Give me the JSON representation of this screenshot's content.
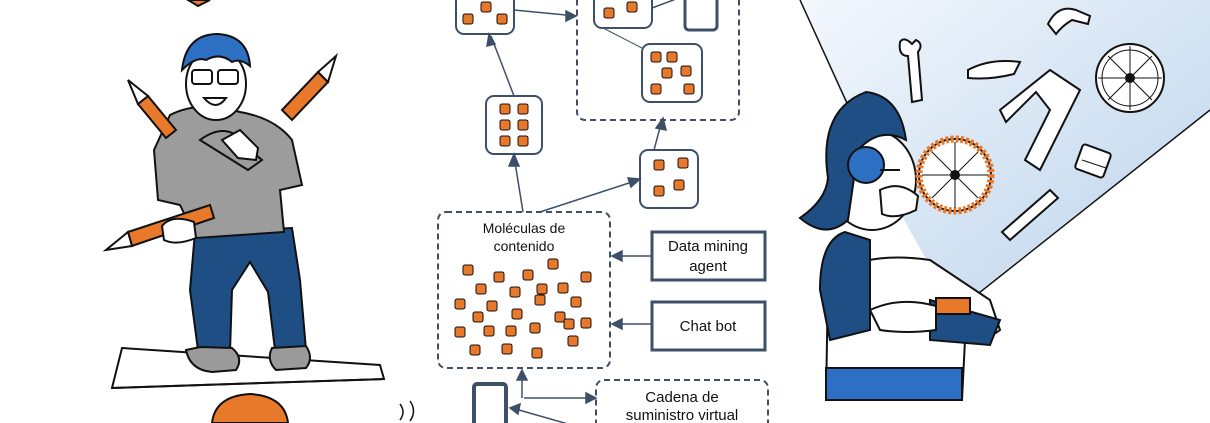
{
  "diagram": {
    "content_cluster_label_line1": "Moléculas de",
    "content_cluster_label_line2": "contenido",
    "data_mining_line1": "Data mining",
    "data_mining_line2": "agent",
    "chat_bot": "Chat bot",
    "supply_chain_line1": "Cadena de",
    "supply_chain_line2": "suministro virtual"
  },
  "colors": {
    "accent_orange": "#E8782A",
    "box_stroke": "#3E5068",
    "navy": "#1F4E85",
    "light_blue": "#BFD6EC"
  },
  "icons": [
    "pencil-icon",
    "balance-board-icon",
    "smartphone-icon",
    "wrench-icon",
    "bicycle-frame-icon",
    "bicycle-wheel-icon",
    "saddle-icon",
    "handlebar-icon",
    "pedal-icon",
    "pump-icon"
  ]
}
